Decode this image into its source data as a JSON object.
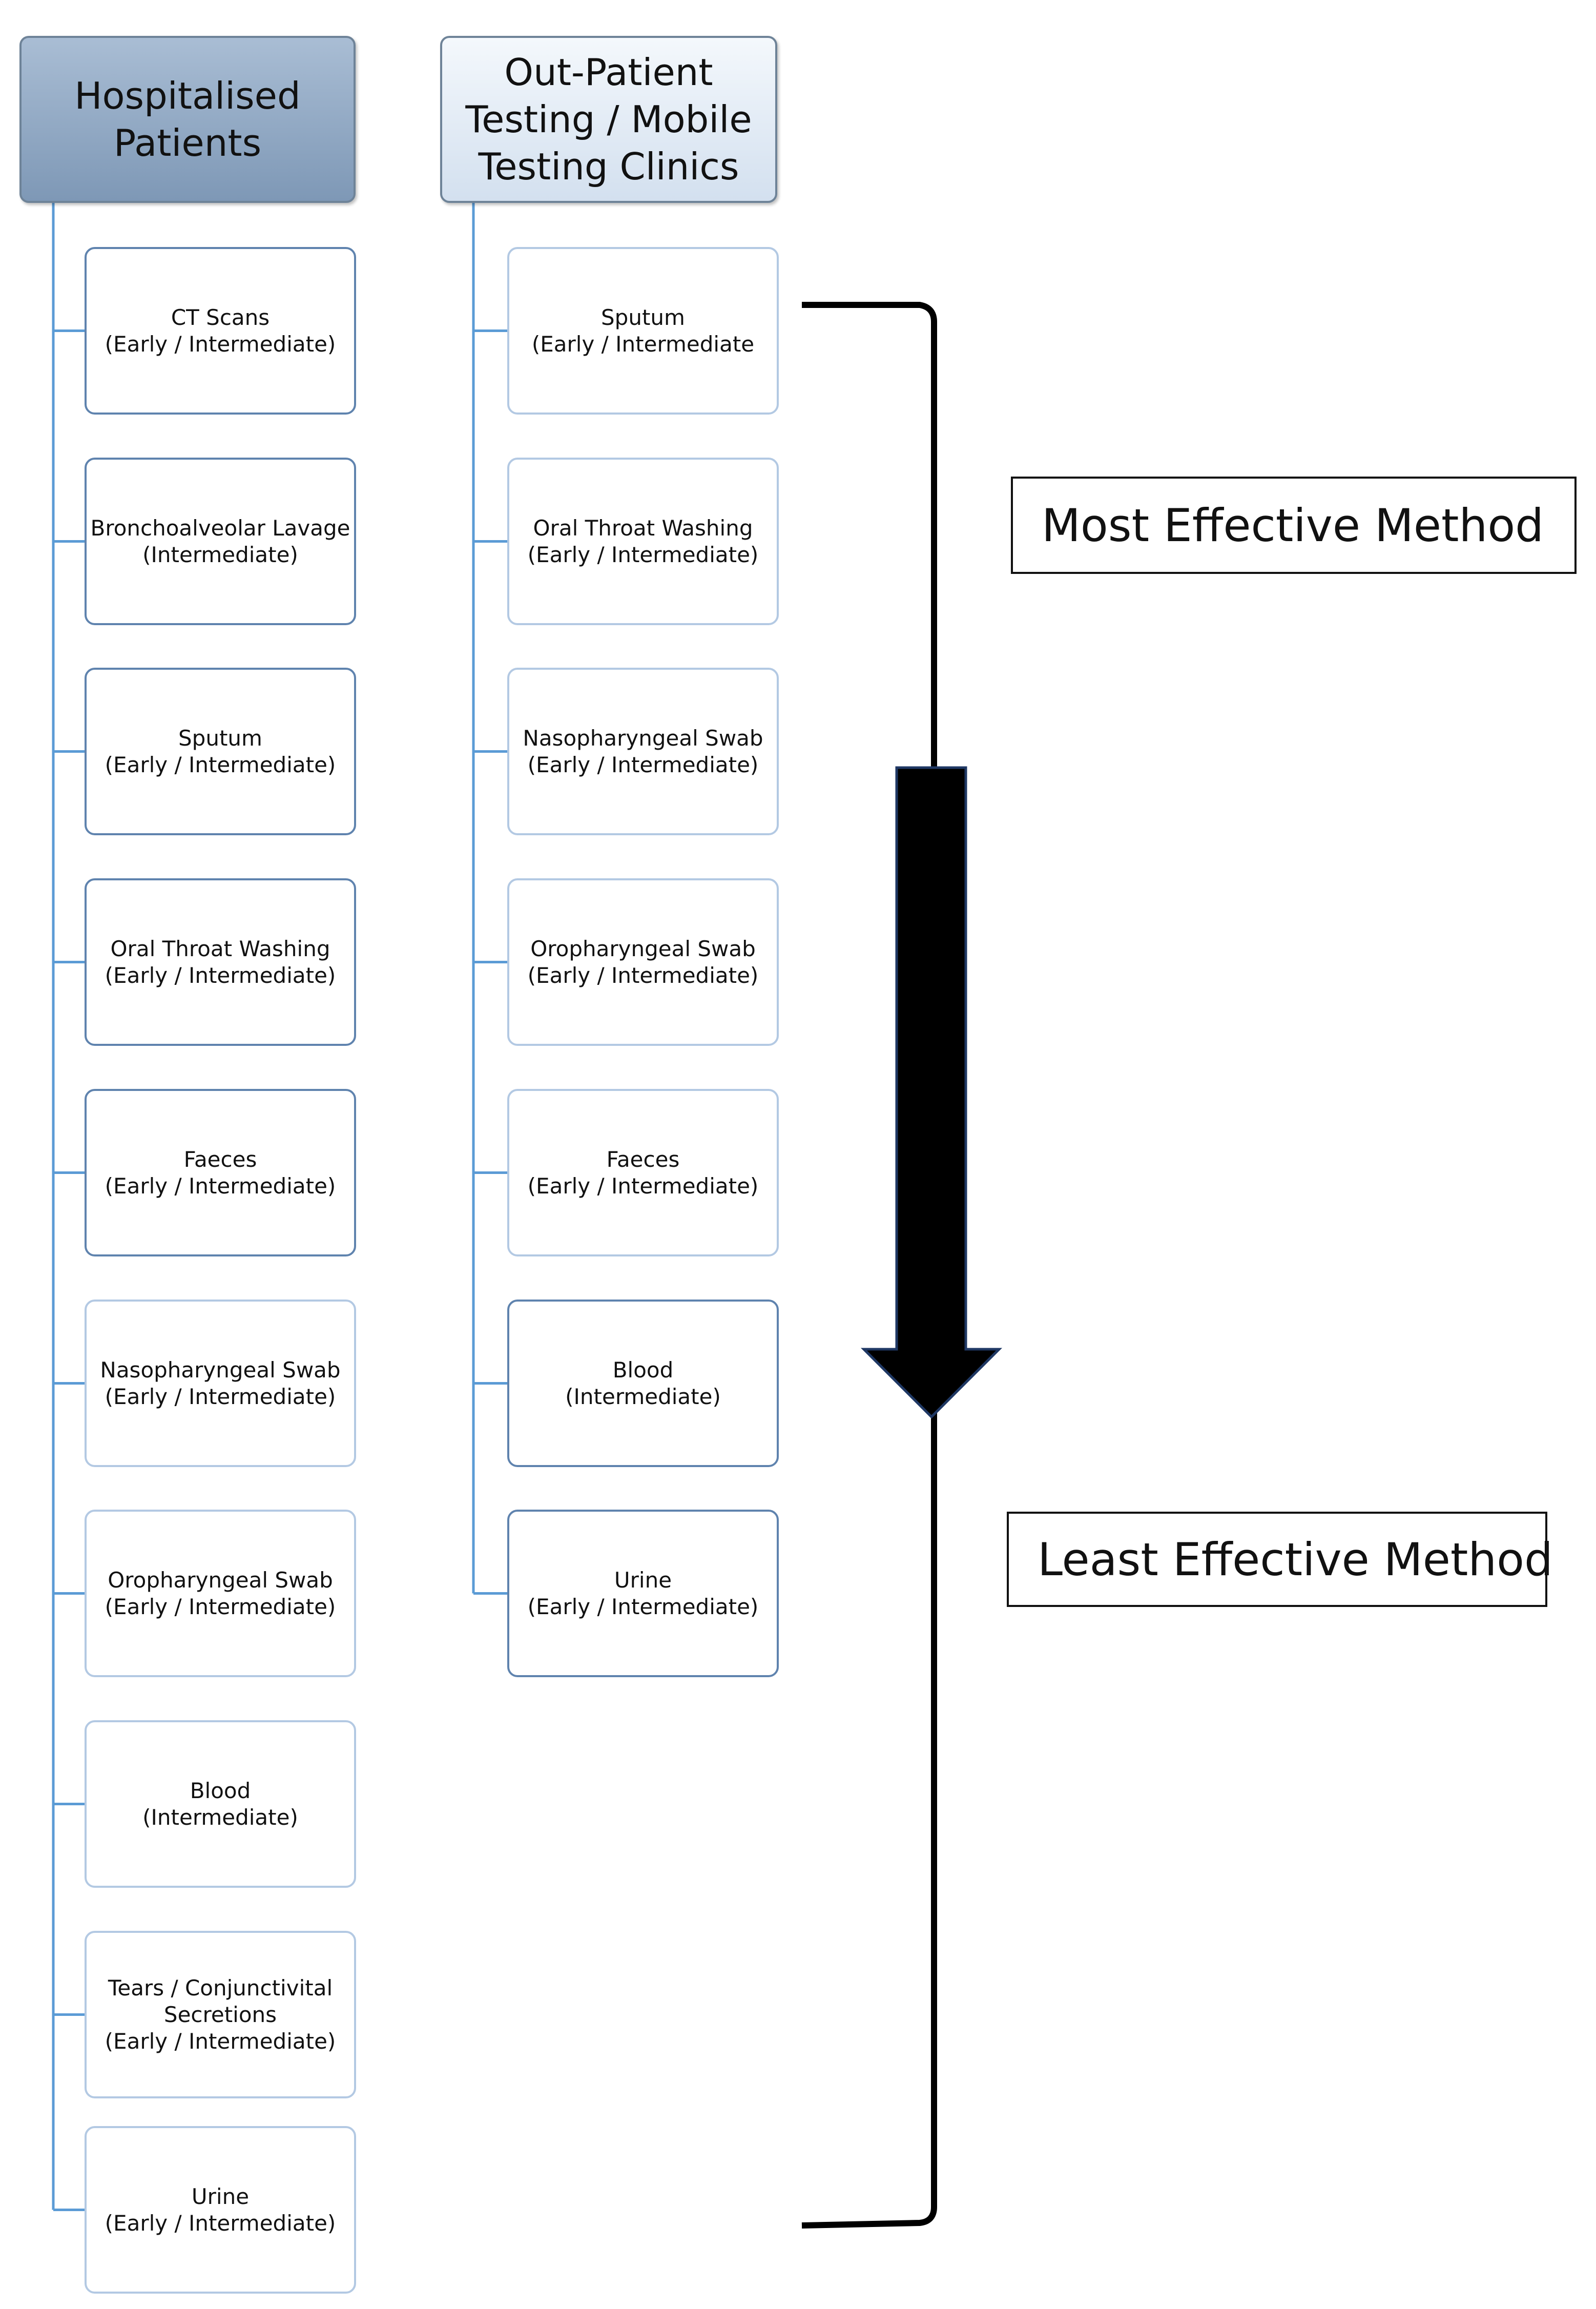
{
  "columns": [
    {
      "header": "Hospitalised\nPatients",
      "items": [
        "CT Scans\n(Early / Intermediate)",
        "Bronchoalveolar Lavage\n(Intermediate)",
        "Sputum\n(Early / Intermediate)",
        "Oral Throat Washing\n(Early / Intermediate)",
        "Faeces\n(Early / Intermediate)",
        "Nasopharyngeal Swab\n(Early / Intermediate)",
        "Oropharyngeal Swab\n(Early / Intermediate)",
        "Blood\n(Intermediate)",
        "Tears / Conjunctivital\nSecretions\n(Early / Intermediate)",
        "Urine\n(Early / Intermediate)"
      ]
    },
    {
      "header": "Out-Patient\nTesting / Mobile\nTesting Clinics",
      "items": [
        "Sputum\n(Early / Intermediate",
        "Oral Throat Washing\n(Early / Intermediate)",
        "Nasopharyngeal Swab\n(Early / Intermediate)",
        "Oropharyngeal Swab\n(Early / Intermediate)",
        "Faeces\n(Early / Intermediate)",
        "Blood\n(Intermediate)",
        "Urine\n(Early / Intermediate)"
      ]
    }
  ],
  "scale": {
    "top_label": "Most Effective Method",
    "bottom_label": "Least Effective Method"
  },
  "colors": {
    "connector": "#5b9bd5",
    "arrow": "#000000"
  }
}
